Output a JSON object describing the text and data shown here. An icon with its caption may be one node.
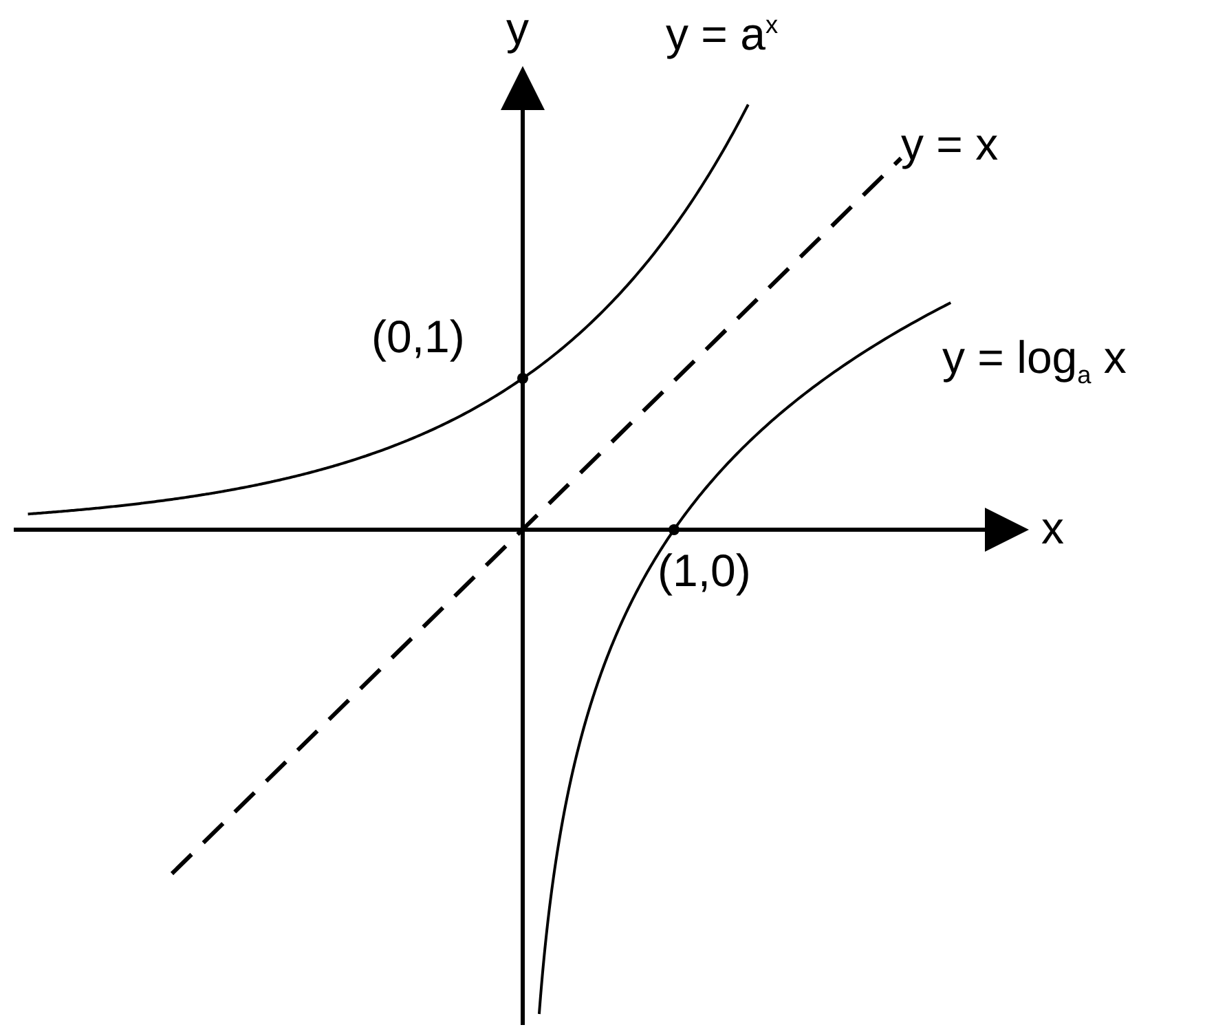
{
  "diagram": {
    "labels": [
      "y",
      "y = a$^{x}$",
      "y = x",
      "(0,1)",
      "y = log$_{a}$ x",
      "x",
      "(1,0)"
    ]
  }
}
